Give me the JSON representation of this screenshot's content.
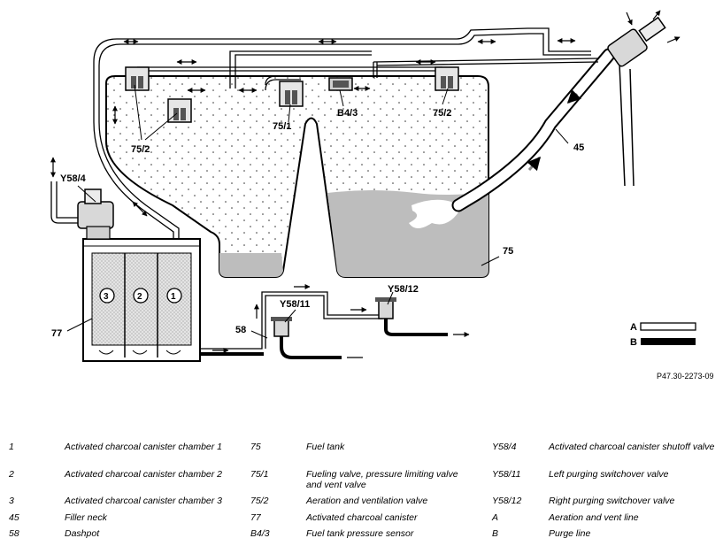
{
  "diagram": {
    "labels": {
      "l_752_a": "75/2",
      "l_752_left": "75/2",
      "l_751": "75/1",
      "l_b43": "B4/3",
      "l_752_right": "75/2",
      "l_45": "45",
      "l_75": "75",
      "l_y584": "Y58/4",
      "l_77": "77",
      "l_58": "58",
      "l_y5811": "Y58/11",
      "l_y5812": "Y58/12",
      "l_a": "A",
      "l_b": "B",
      "c1": "1",
      "c2": "2",
      "c3": "3"
    },
    "reference": "P47.30-2273-09"
  },
  "legend": [
    {
      "code": "1",
      "text": "Activated charcoal canister chamber 1"
    },
    {
      "code": "2",
      "text": "Activated charcoal canister chamber 2"
    },
    {
      "code": "3",
      "text": "Activated charcoal canister chamber 3"
    },
    {
      "code": "45",
      "text": "Filler neck"
    },
    {
      "code": "58",
      "text": "Dashpot"
    },
    {
      "code": "75",
      "text": "Fuel tank"
    },
    {
      "code": "75/1",
      "text": "Fueling valve, pressure limiting valve and vent valve"
    },
    {
      "code": "75/2",
      "text": "Aeration and ventilation valve"
    },
    {
      "code": "77",
      "text": "Activated charcoal canister"
    },
    {
      "code": "B4/3",
      "text": "Fuel tank pressure sensor"
    },
    {
      "code": "Y58/4",
      "text": "Activated charcoal canister shutoff valve"
    },
    {
      "code": "Y58/11",
      "text": "Left purging switchover valve"
    },
    {
      "code": "Y58/12",
      "text": "Right purging switchover valve"
    },
    {
      "code": "A",
      "text": "Aeration and vent line"
    },
    {
      "code": "B",
      "text": "Purge line"
    }
  ]
}
